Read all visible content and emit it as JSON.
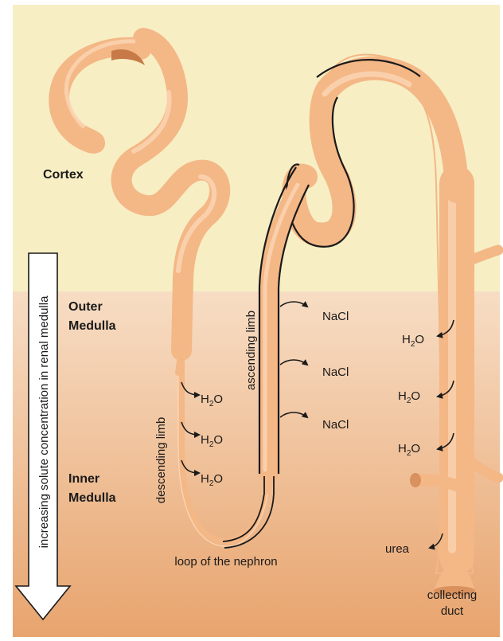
{
  "regions": {
    "cortex": "Cortex",
    "outer_medulla": [
      "Outer",
      "Medulla"
    ],
    "inner_medulla": [
      "Inner",
      "Medulla"
    ]
  },
  "gradient_arrow_label": "increasing solute concentration in renal medulla",
  "limbs": {
    "descending": "descending limb",
    "ascending": "ascending limb",
    "loop": "loop of the nephron"
  },
  "water": {
    "base": "H",
    "sub": "2",
    "tail": "O"
  },
  "salt": "NaCl",
  "urea": "urea",
  "collecting_duct": [
    "collecting",
    "duct"
  ],
  "colors": {
    "cortex_bg": "#f7eec4",
    "medulla_top": "#f7ddc4",
    "medulla_bottom": "#e8a46e",
    "tubule": "#f4b786",
    "tubule_light": "#fbd6b5",
    "tubule_dark": "#d9915d"
  }
}
